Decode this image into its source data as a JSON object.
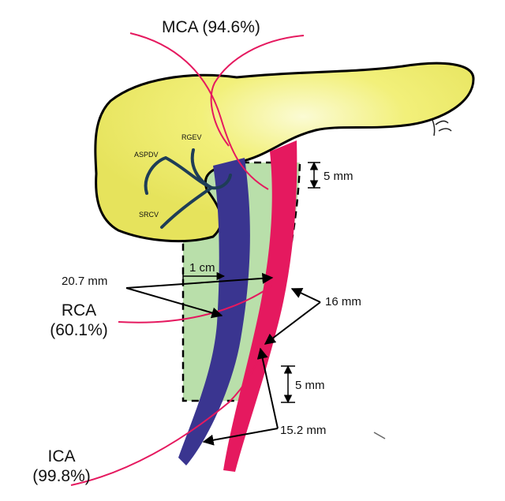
{
  "labels": {
    "mca": "MCA (94.6%)",
    "rca_name": "RCA",
    "rca_pct": "(60.1%)",
    "ica_name": "ICA",
    "ica_pct": "(99.8%)",
    "aspdv": "ASPDV",
    "rgev": "RGEV",
    "srcv": "SRCV"
  },
  "measurements": {
    "top_gap": "5 mm",
    "bottom_gap": "5 mm",
    "width_1cm": "1 cm",
    "d_20_7": "20.7 mm",
    "d_16": "16 mm",
    "d_15_2": "15.2 mm"
  },
  "colors": {
    "pancreas": "#f0ee6a",
    "zone": "#b9dfaa",
    "vein": "#3a3590",
    "artery": "#e5195f",
    "trunk_branch": "#1e3d57"
  }
}
